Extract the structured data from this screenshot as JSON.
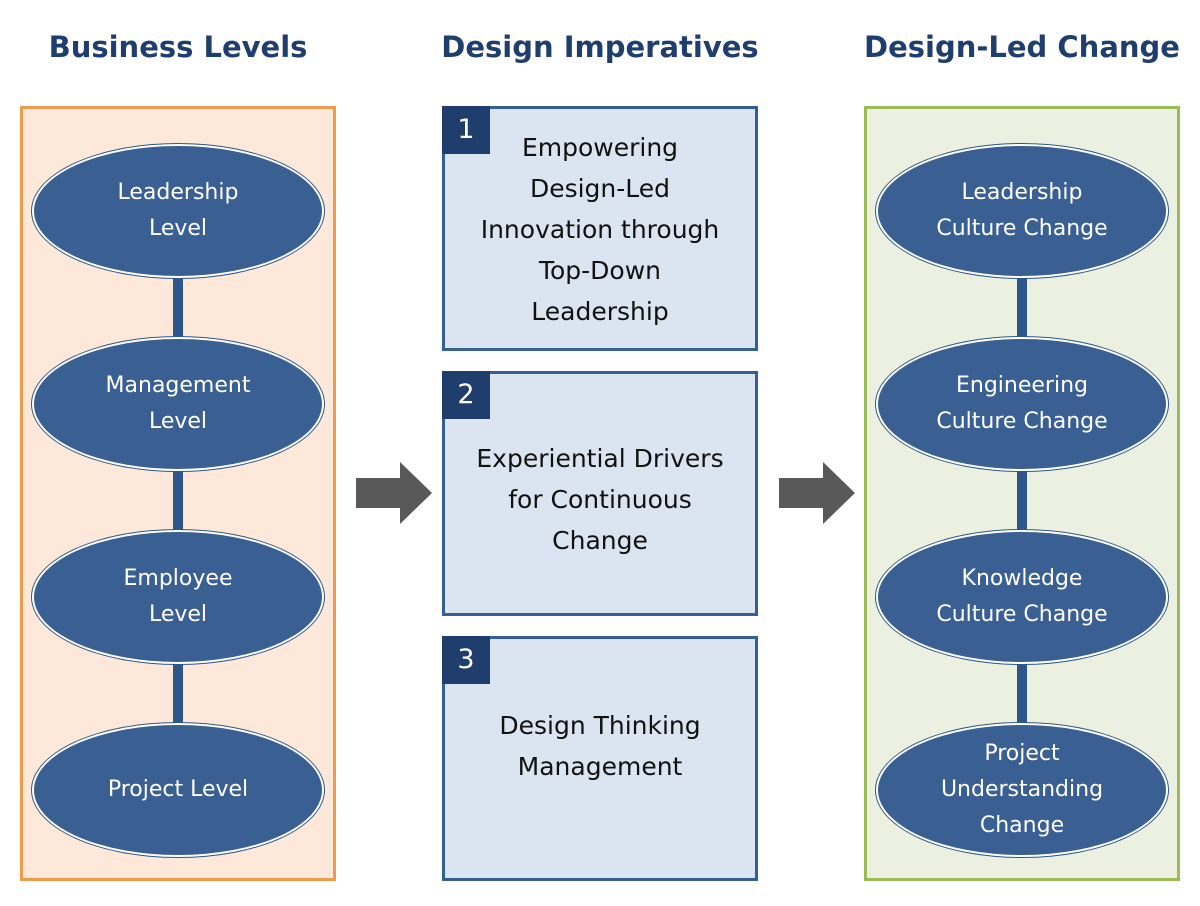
{
  "columns": {
    "left_title": "Business Levels",
    "middle_title": "Design Imperatives",
    "right_title": "Design-Led Change"
  },
  "business_levels": [
    {
      "lines": [
        "Leadership",
        "Level"
      ]
    },
    {
      "lines": [
        "Management",
        "Level"
      ]
    },
    {
      "lines": [
        "Employee",
        "Level"
      ]
    },
    {
      "lines": [
        "Project Level"
      ]
    }
  ],
  "imperatives": [
    {
      "number": "1",
      "lines": [
        "Empowering",
        "Design-Led",
        "Innovation through",
        "Top-Down",
        "Leadership"
      ]
    },
    {
      "number": "2",
      "lines": [
        "Experiential Drivers",
        "for Continuous",
        "Change"
      ]
    },
    {
      "number": "3",
      "lines": [
        "Design Thinking",
        "Management"
      ]
    }
  ],
  "changes": [
    {
      "lines": [
        "Leadership",
        "Culture Change"
      ]
    },
    {
      "lines": [
        "Engineering",
        "Culture Change"
      ]
    },
    {
      "lines": [
        "Knowledge",
        "Culture Change"
      ]
    },
    {
      "lines": [
        "Project",
        "Understanding",
        "Change"
      ]
    }
  ],
  "colors": {
    "title": "#1f3e6e",
    "oval_fill": "#3a5f92",
    "left_panel_fill": "#fde8da",
    "left_panel_border": "#f09a4c",
    "right_panel_fill": "#ebf0e1",
    "right_panel_border": "#9bbb59",
    "box_fill": "#dbe5f1",
    "box_border": "#365f91",
    "arrow": "#595959"
  }
}
